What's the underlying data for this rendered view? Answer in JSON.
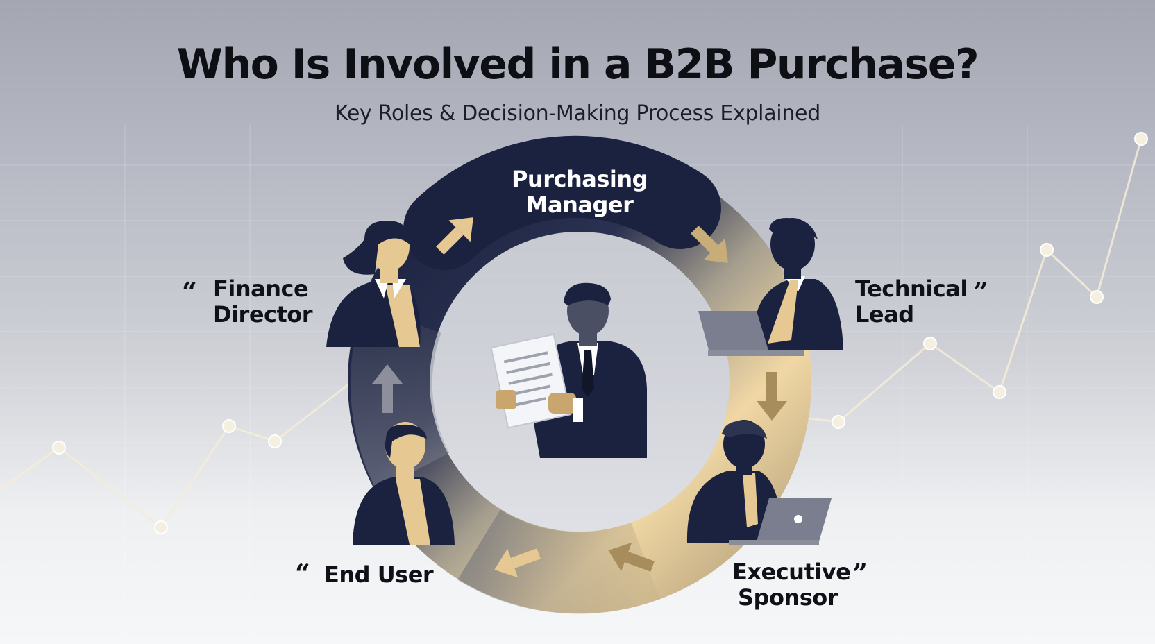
{
  "title": "Who Is Involved in a B2B Purchase?",
  "subtitle": "Key Roles & Decision-Making Process Explained",
  "roles": {
    "purchasing_manager": [
      "Purchasing",
      "Manager"
    ],
    "finance_director": [
      "Finance",
      "Director"
    ],
    "technical_lead": [
      "Technical",
      "Lead"
    ],
    "executive_sponsor": [
      "Executive",
      "Sponsor"
    ],
    "end_user": [
      "End User"
    ]
  },
  "quote_marks": {
    "open": "“",
    "close": "”"
  },
  "colors": {
    "navy": "#1a2240",
    "gold": "#e6c893",
    "gold_dark": "#a88d5c",
    "gray_ring": "#6e7282"
  }
}
